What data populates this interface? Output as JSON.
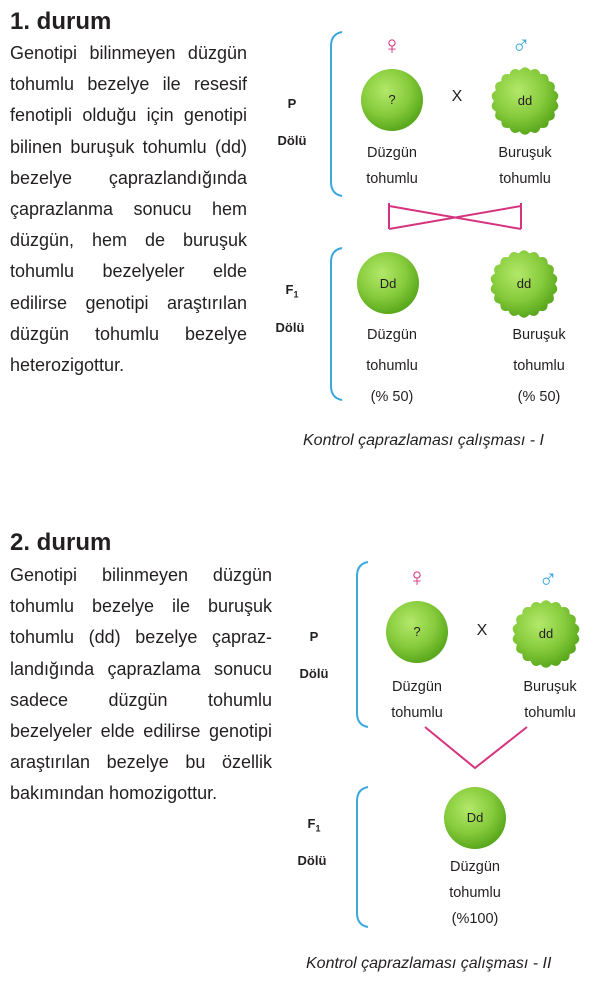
{
  "case1": {
    "heading": "1. durum",
    "paragraph": "Genotipi bilinmeyen düz­gün tohumlu bezelye ile resesif fenotipli olduğu için genotipi bilinen buruşuk tohumlu (dd) bezelye çap­razlandığında çaprazlan­ma sonucu hem düzgün, hem de buruşuk tohumlu bezelyeler elde edilirse genotipi araştırılan düzgün tohumlu bezelye heterozi­gottur.",
    "p_label": "P",
    "p_gen": "Dölü",
    "f1_label": "F",
    "f1_sub": "1",
    "f1_gen": "Dölü",
    "female_symbol": "♀",
    "male_symbol": "♂",
    "cross": "X",
    "parent_female": {
      "genotype": "?",
      "caption_line1": "Düzgün",
      "caption_line2": "tohumlu"
    },
    "parent_male": {
      "genotype": "dd",
      "caption_line1": "Buruşuk",
      "caption_line2": "tohumlu"
    },
    "child_smooth": {
      "genotype": "Dd",
      "caption_line1": "Düzgün",
      "caption_line2": "tohumlu",
      "caption_line3": "(% 50)"
    },
    "child_wrinkled": {
      "genotype": "dd",
      "caption_line1": "Buruşuk",
      "caption_line2": "tohumlu",
      "caption_line3": "(% 50)"
    },
    "caption": "Kontrol çaprazlaması çalışması - I"
  },
  "case2": {
    "heading": "2. durum",
    "paragraph": "Genotipi bilinmeyen düzgün tohumlu bezelye ile buruşuk tohumlu (dd) bezelye çapraz­landığında çaprazlama sonu­cu sadece düzgün tohumlu bezelyeler elde edilirse geno­tipi araştırılan bezelye bu özellik bakımından homozi­gottur.",
    "p_label": "P",
    "p_gen": "Dölü",
    "f1_label": "F",
    "f1_sub": "1",
    "f1_gen": "Dölü",
    "female_symbol": "♀",
    "male_symbol": "♂",
    "cross": "X",
    "parent_female": {
      "genotype": "?",
      "caption_line1": "Düzgün",
      "caption_line2": "tohumlu"
    },
    "parent_male": {
      "genotype": "dd",
      "caption_line1": "Buruşuk",
      "caption_line2": "tohumlu"
    },
    "child_smooth": {
      "genotype": "Dd",
      "caption_line1": "Düzgün",
      "caption_line2": "tohumlu",
      "caption_line3": "(%100)"
    },
    "caption": "Kontrol çaprazlaması çalışması - II"
  },
  "colors": {
    "bracket": "#3aa8dc",
    "cross_lines": "#d6337f",
    "female": "#d6337f",
    "male": "#3aa8dc",
    "seed_light": "#a6e05a",
    "seed_dark": "#5dae1f"
  }
}
